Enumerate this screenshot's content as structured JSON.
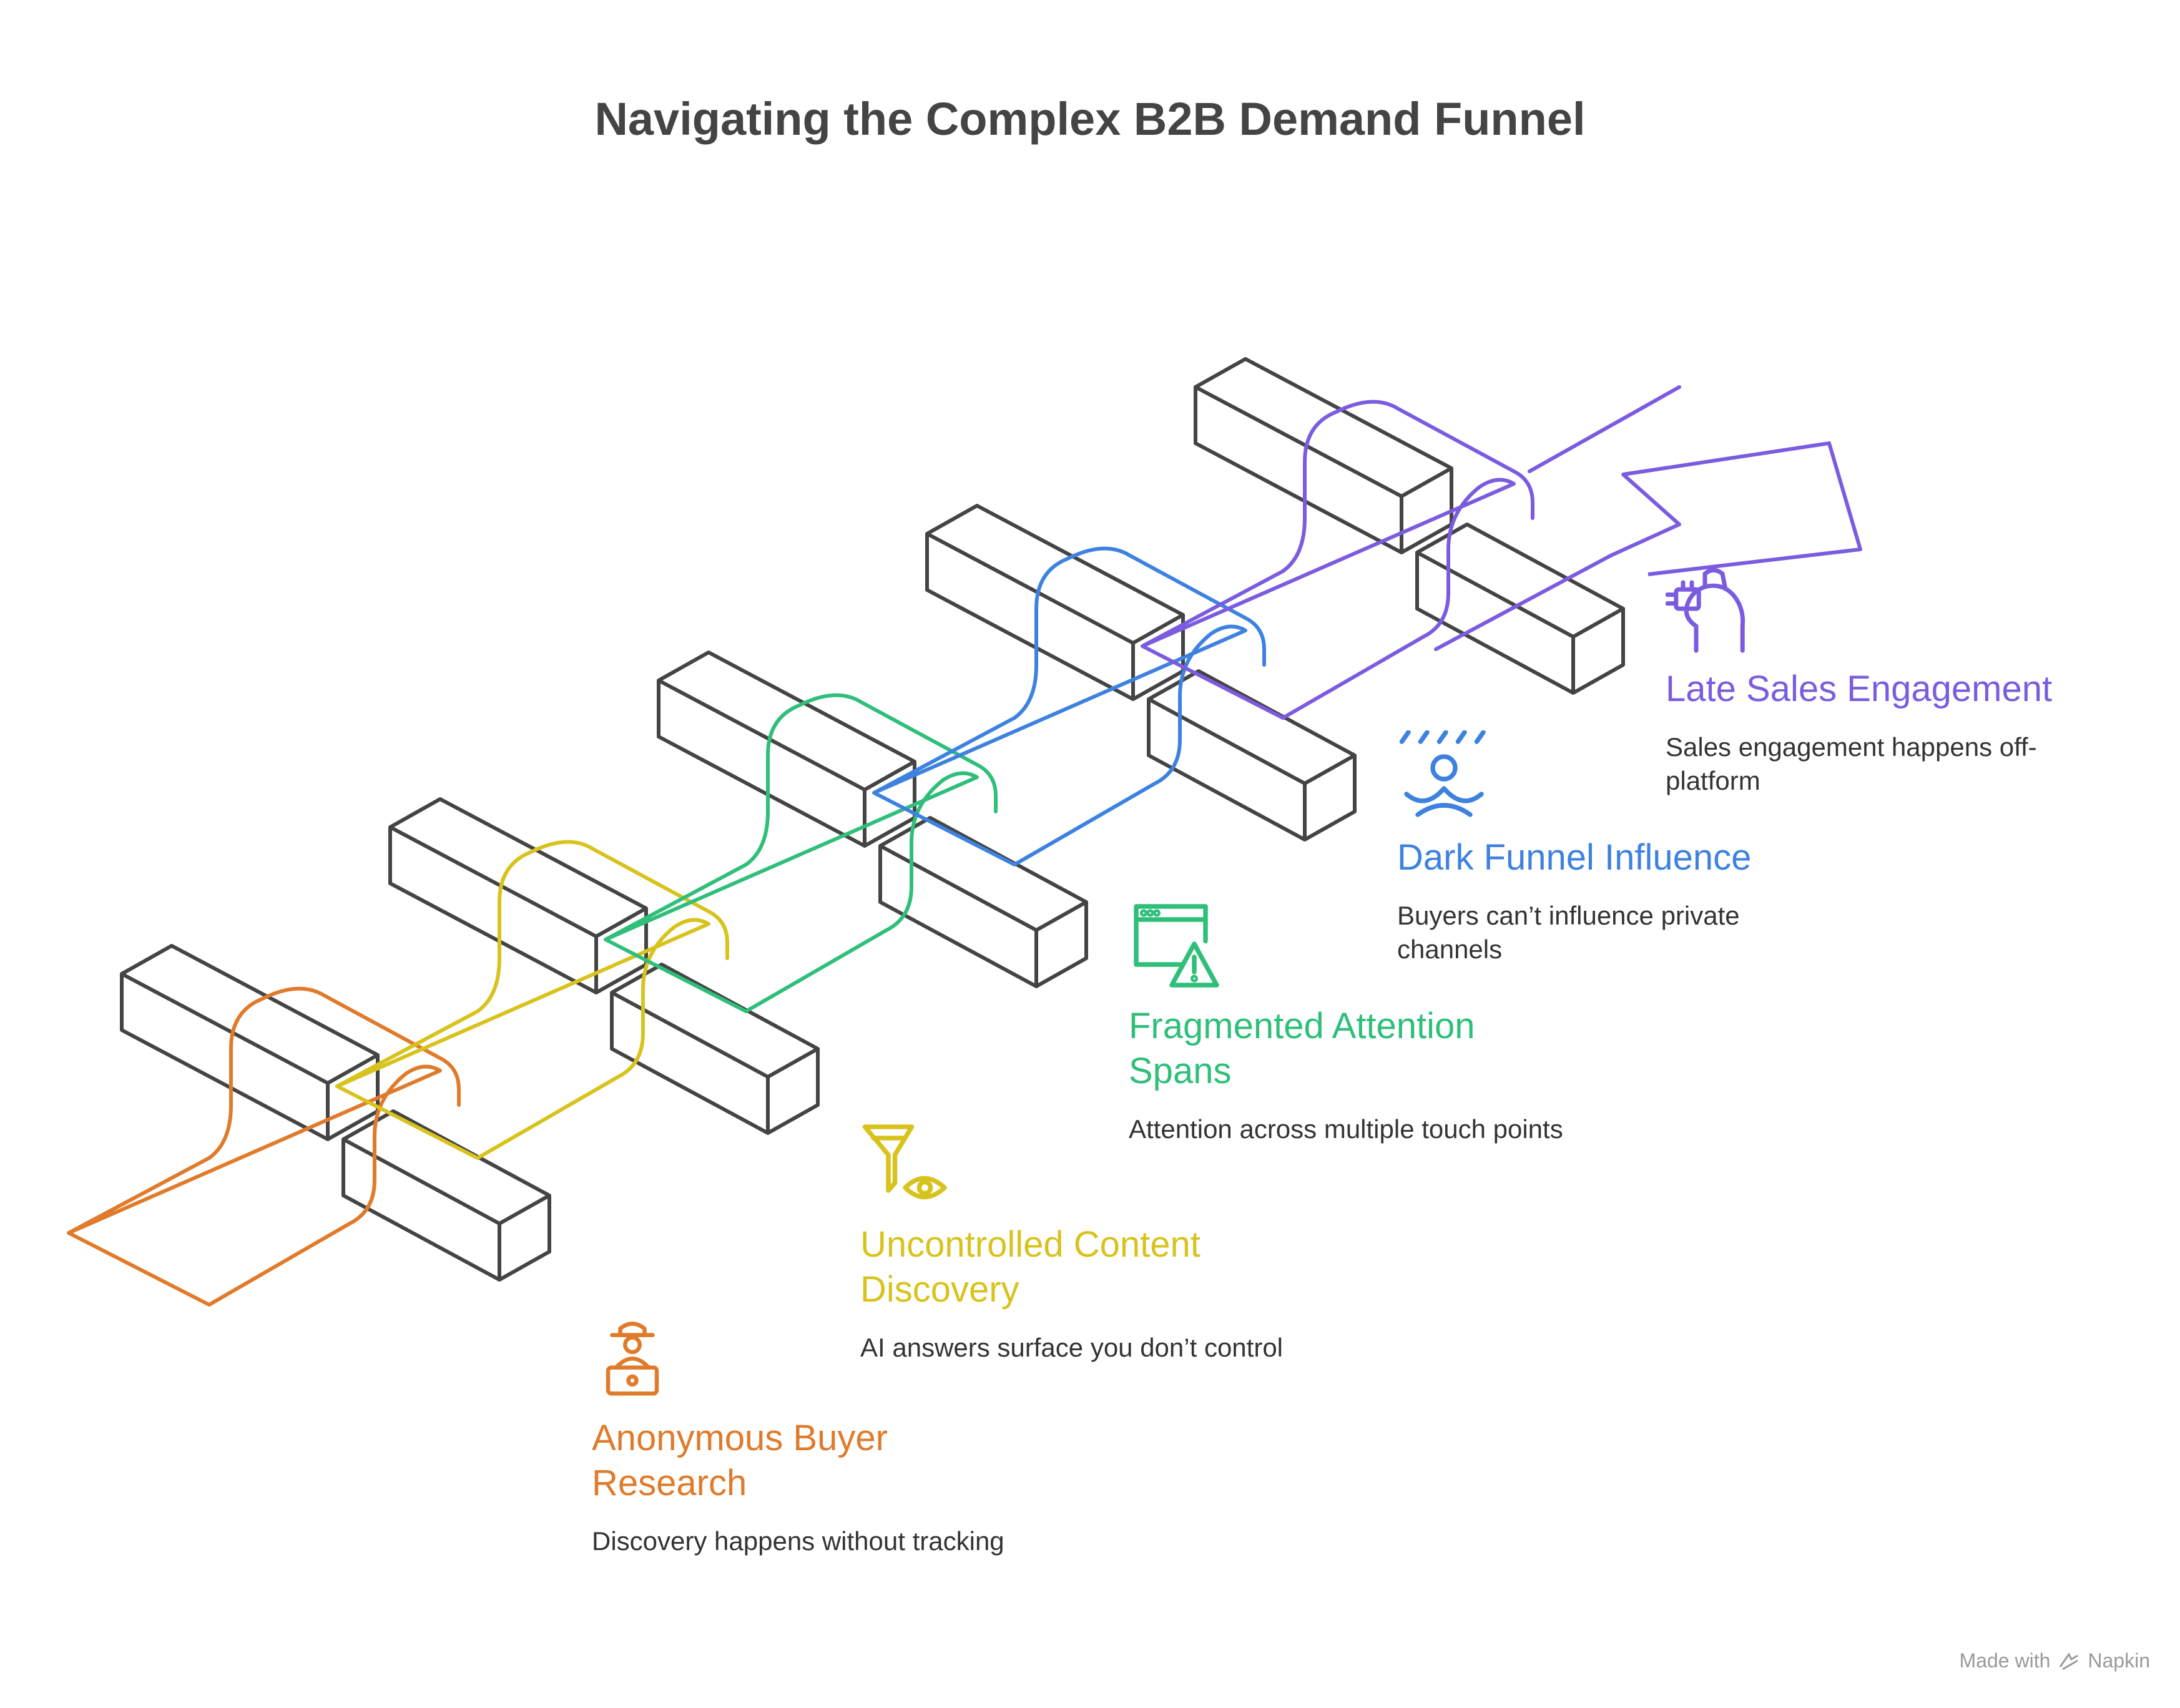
{
  "title": "Navigating the Complex B2B Demand Funnel",
  "stages": [
    {
      "title": "Anonymous Buyer Research",
      "description": "Discovery happens without tracking",
      "color": "#e07b2b",
      "icon": "spy-laptop-icon"
    },
    {
      "title": "Uncontrolled Content Discovery",
      "description": "AI answers surface you don’t control",
      "color": "#d8c31d",
      "icon": "funnel-eye-icon"
    },
    {
      "title": "Fragmented Attention Spans",
      "description": "Attention across multiple touch points",
      "color": "#2fbf7a",
      "icon": "browser-warning-icon"
    },
    {
      "title": "Dark Funnel Influence",
      "description": "Buyers can’t influence private channels",
      "color": "#3e82e0",
      "icon": "person-in-rain-icon"
    },
    {
      "title": "Late Sales Engagement",
      "description": "Sales engagement happens off-platform",
      "color": "#7b5ce0",
      "icon": "hand-plug-icon"
    }
  ],
  "footer": {
    "made_with": "Made with",
    "brand": "Napkin"
  }
}
